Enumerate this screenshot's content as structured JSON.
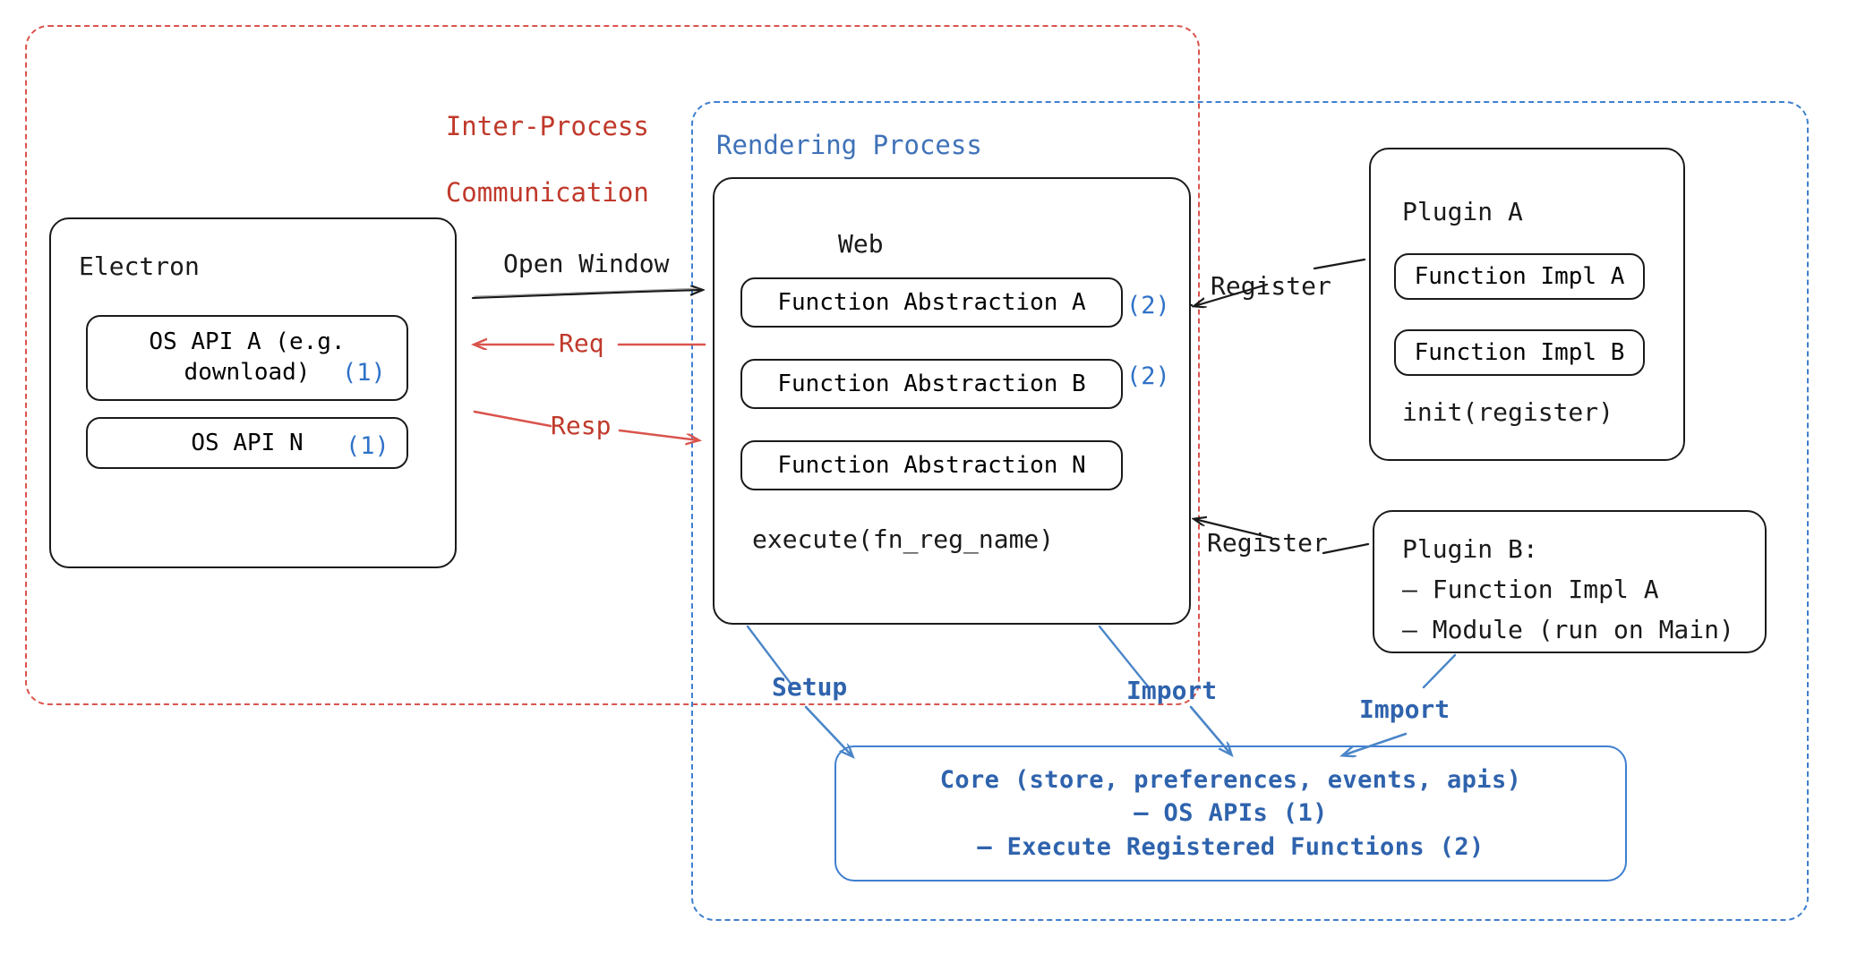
{
  "diagram": {
    "title": "Electron plugin architecture diagram",
    "colors": {
      "ipc_red": "#c0392b",
      "process_blue": "#3f72b8",
      "core_blue": "#2f63ad",
      "outline_black": "#1a1a1a"
    }
  },
  "regions": {
    "ipc": {
      "label_line1": "Inter-Process",
      "label_line2": "Communication"
    },
    "rendering": {
      "label": "Rendering Process"
    }
  },
  "electron": {
    "title": "Electron",
    "apis": [
      {
        "label": "OS API A (e.g.\ndownload)",
        "tag": "(1)"
      },
      {
        "label": "OS API N",
        "tag": "(1)"
      }
    ]
  },
  "web": {
    "title": "Web",
    "abstractions": [
      {
        "label": "Function Abstraction A",
        "tag": "(2)"
      },
      {
        "label": "Function Abstraction B",
        "tag": "(2)"
      },
      {
        "label": "Function Abstraction N",
        "tag": ""
      }
    ],
    "footer": "execute(fn_reg_name)"
  },
  "plugin_a": {
    "title": "Plugin A",
    "functions": [
      "Function Impl A",
      "Function Impl B"
    ],
    "footer": "init(register)"
  },
  "plugin_b": {
    "lines": [
      "Plugin B:",
      "– Function Impl A",
      "– Module (run on Main)"
    ]
  },
  "core": {
    "lines": [
      "Core (store, preferences, events, apis)",
      "– OS APIs (1)",
      "– Execute Registered Functions (2)"
    ]
  },
  "edges": {
    "open_window": "Open Window",
    "req": "Req",
    "resp": "Resp",
    "register_a": "Register",
    "register_b": "Register",
    "setup": "Setup",
    "import_web": "Import",
    "import_plugin_b": "Import"
  }
}
